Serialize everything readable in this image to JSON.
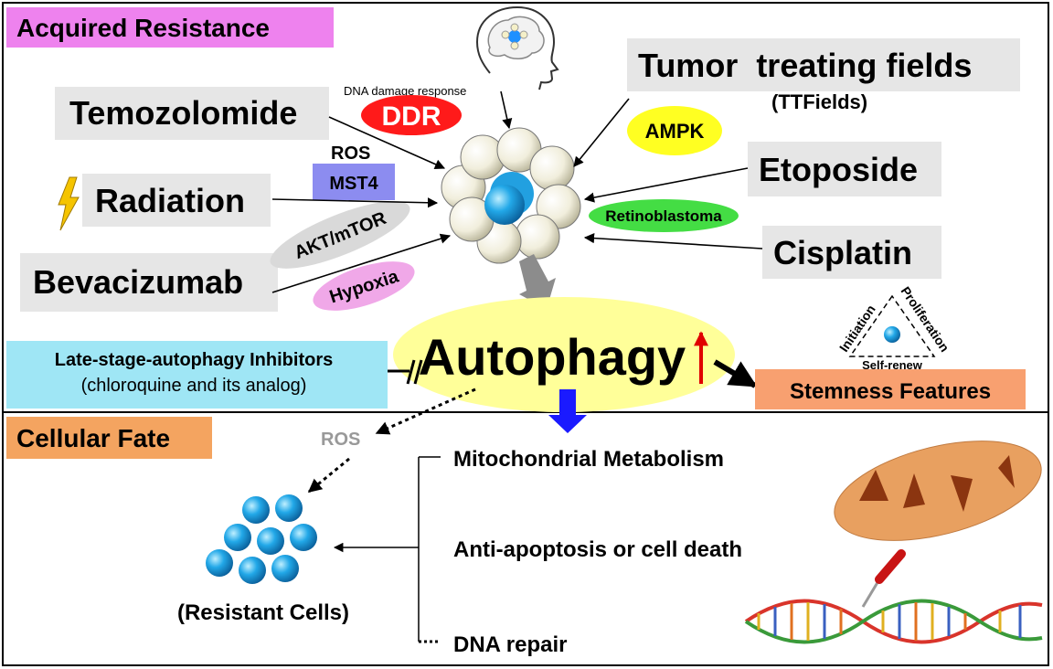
{
  "panels": {
    "top_label": "Acquired Resistance",
    "bottom_label": "Cellular Fate"
  },
  "treatments": {
    "temozolomide": "Temozolomide",
    "radiation": "Radiation",
    "bevacizumab": "Bevacizumab",
    "ttf_line1": "Tumor  treating fields",
    "ttf_line2": "(TTFields)",
    "etoposide": "Etoposide",
    "cisplatin": "Cisplatin"
  },
  "mediators": {
    "ddr_caption": "DNA damage response",
    "ddr": "DDR",
    "ros": "ROS",
    "mst4": "MST4",
    "akt": "AKT/mTOR",
    "hypoxia": "Hypoxia",
    "ampk": "AMPK",
    "retinoblastoma": "Retinoblastoma"
  },
  "central": {
    "autophagy": "Autophagy",
    "inhibitor_line1": "Late-stage-autophagy Inhibitors",
    "inhibitor_line2": "(chloroquine and its analog)",
    "stemness": "Stemness Features",
    "triangle_initiation": "Initiation",
    "triangle_proliferation": "Proliferation",
    "triangle_selfrenew": "Self-renew"
  },
  "fate": {
    "ros": "ROS",
    "resistant_cells": "(Resistant Cells)",
    "items": [
      "Mitochondrial Metabolism",
      "Anti-apoptosis or cell death",
      "DNA repair"
    ]
  },
  "colors": {
    "acquired_label_bg": "#ee82ee",
    "cellular_label_bg": "#f4a460",
    "grey_box": "#e6e6e6",
    "ddr": "#ff1a1a",
    "mst4": "#8c8cf0",
    "akt": "#d9d9d9",
    "hypoxia": "#f0a8e8",
    "ampk": "#ffff22",
    "retinoblastoma": "#44dd44",
    "autophagy_ellipse": "#ffff99",
    "inhibitor_bg": "#9fe6f5",
    "stemness_bg": "#f8a070",
    "cell_blue": "#1e90ff",
    "mitochondrion": "#e8a060"
  },
  "icons": [
    "lightning-icon",
    "brain-head-icon",
    "tumor-cluster-icon",
    "mitochondrion-icon",
    "dna-scissors-icon",
    "stem-cell-triangle-icon"
  ]
}
